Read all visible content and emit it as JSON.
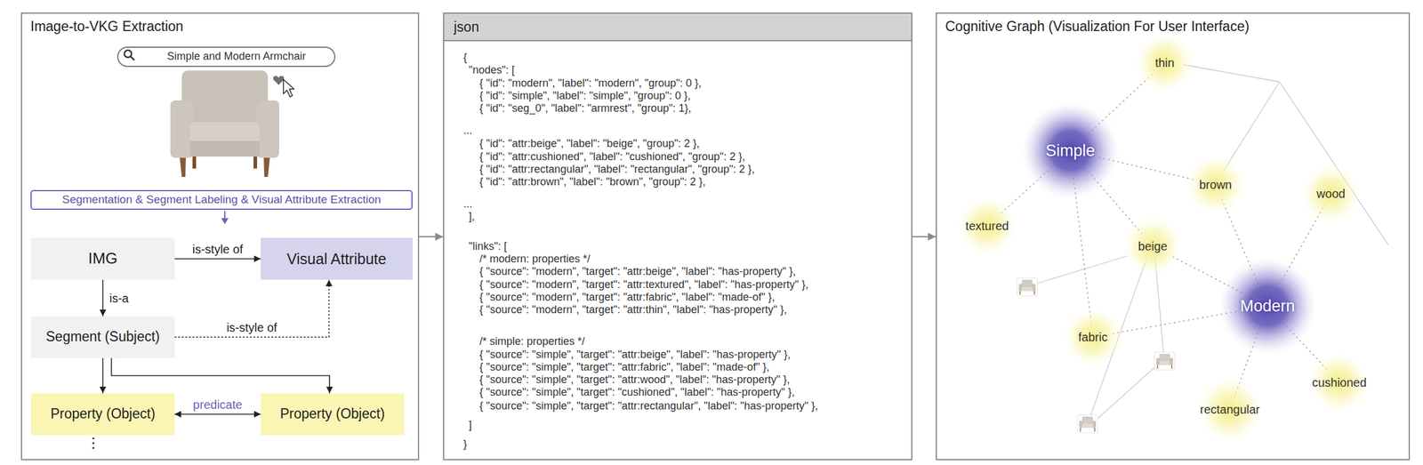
{
  "diagram": {
    "nodes": [
      {
        "text": [
          "Image-to-VKG Extraction"
        ]
      },
      {
        "text": [
          "Simple and Modern Armchair"
        ],
        "in": 0
      },
      {
        "text": [
          "Segmentation & Segment Labeling & Visual Attribute Extraction"
        ],
        "in": 0
      },
      {
        "text": [
          "IMG"
        ],
        "in": 0
      },
      {
        "text": [
          "Visual Attribute"
        ],
        "in": 0
      },
      {
        "text": [
          "Segment (Subject)"
        ],
        "in": 0
      },
      {
        "text": [
          "Property (Object)"
        ],
        "in": 0
      },
      {
        "text": [
          "Property (Object)"
        ],
        "in": 0
      },
      {
        "text": [
          "json",
          "{",
          "\"nodes\": [",
          "{ \"id\": \"modern\", \"label\": \"modern\", \"group\": 0 },",
          "{ \"id\": \"simple\", \"label\": \"simple\", \"group\": 0 },",
          "{ \"id\": \"seg_0\", \"label\": \"armrest\", \"group\": 1},",
          "...",
          "{ \"id\": \"attr:beige\", \"label\": \"beige\", \"group\": 2 },",
          "{ \"id\": \"attr:cushioned\", \"label\": \"cushioned\", \"group\": 2 },",
          "{ \"id\": \"attr:rectangular\", \"label\": \"rectangular\", \"group\": 2 },",
          "{ \"id\": \"attr:brown\", \"label\": \"brown\", \"group\": 2 },",
          "...",
          "],",
          "\"links\": [",
          "/* modern: properties */",
          "{ \"source\": \"modern\", \"target\": \"attr:beige\", \"label\": \"has-property\" },",
          "{ \"source\": \"modern\", \"target\": \"attr:textured\", \"label\": \"has-property\" },",
          "{ \"source\": \"modern\", \"target\": \"attr:fabric\", \"label\": \"made-of\" },",
          "{ \"source\": \"modern\", \"target\": \"attr:thin\", \"label\": \"has-property\" },",
          "/* simple: properties */",
          "{ \"source\": \"simple\", \"target\": \"attr:beige\", \"label\": \"has-property\" },",
          "{ \"source\": \"simple\", \"target\": \"attr:fabric\", \"label\": \"made-of\" },",
          "{ \"source\": \"simple\", \"target\": \"attr:wood\", \"label\": \"has-property\" },",
          "{ \"source\": \"simple\", \"target\": \"cushioned\", \"label\": \"has-property\" },",
          "{ \"source\": \"simple\", \"target\": \"attr:rectangular\", \"label\": \"has-property\" },",
          "]",
          "}"
        ]
      },
      {
        "text": [
          "Cognitive Graph (Visualization For User Interface)"
        ]
      },
      {
        "text": [
          "thin"
        ],
        "in": 9
      },
      {
        "text": [
          "Simple"
        ],
        "in": 9
      },
      {
        "text": [
          "brown"
        ],
        "in": 9
      },
      {
        "text": [
          "wood"
        ],
        "in": 9
      },
      {
        "text": [
          "textured"
        ],
        "in": 9
      },
      {
        "text": [
          "beige"
        ],
        "in": 9
      },
      {
        "text": [
          "Modern"
        ],
        "in": 9
      },
      {
        "text": [
          "fabric"
        ],
        "in": 9
      },
      {
        "text": [
          "cushioned"
        ],
        "in": 9
      },
      {
        "text": [
          "rectangular"
        ],
        "in": 9
      }
    ],
    "edges": [
      {
        "from": 3,
        "to": 4,
        "arrow": "to",
        "label": "is-style of"
      },
      {
        "from": 3,
        "to": 5,
        "arrow": "to",
        "label": "is-a"
      },
      {
        "from": 5,
        "to": 4,
        "arrow": "to",
        "label": "is-style of"
      },
      {
        "from": 5,
        "to": 6,
        "arrow": "to"
      },
      {
        "from": 5,
        "to": 7,
        "arrow": "to"
      },
      {
        "from": 6,
        "to": 7,
        "arrow": "both",
        "label": "predicate"
      },
      {
        "from": 0,
        "to": 8,
        "arrow": "to"
      },
      {
        "from": 8,
        "to": 9,
        "arrow": "to"
      },
      {
        "from": 11,
        "to": 10,
        "arrow": "none"
      },
      {
        "from": 11,
        "to": 14,
        "arrow": "none"
      },
      {
        "from": 11,
        "to": 12,
        "arrow": "none"
      },
      {
        "from": 11,
        "to": 15,
        "arrow": "none"
      },
      {
        "from": 11,
        "to": 17,
        "arrow": "none"
      },
      {
        "from": 16,
        "to": 12,
        "arrow": "none"
      },
      {
        "from": 16,
        "to": 13,
        "arrow": "none"
      },
      {
        "from": 16,
        "to": 15,
        "arrow": "none"
      },
      {
        "from": 16,
        "to": 17,
        "arrow": "none"
      },
      {
        "from": 16,
        "to": 18,
        "arrow": "none"
      },
      {
        "from": 16,
        "to": 19,
        "arrow": "none"
      }
    ],
    "labels": [
      "⋮"
    ]
  }
}
